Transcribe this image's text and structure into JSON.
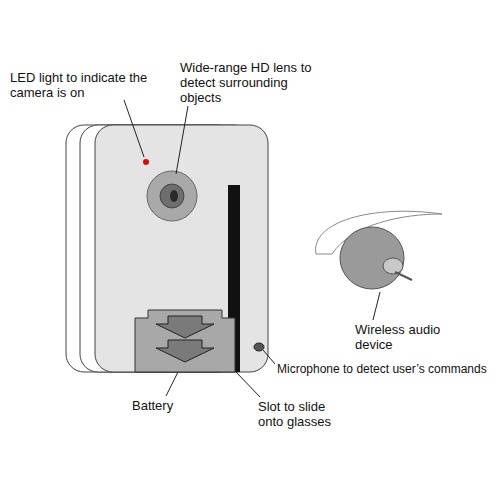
{
  "diagram": {
    "labels": [
      "LED light to indicate the camera is on",
      "Wide-range HD lens to detect surrounding objects",
      "Wireless audio device",
      "Microphone to detect user’s commands",
      "Battery",
      "Slot to slide onto glasses"
    ]
  }
}
